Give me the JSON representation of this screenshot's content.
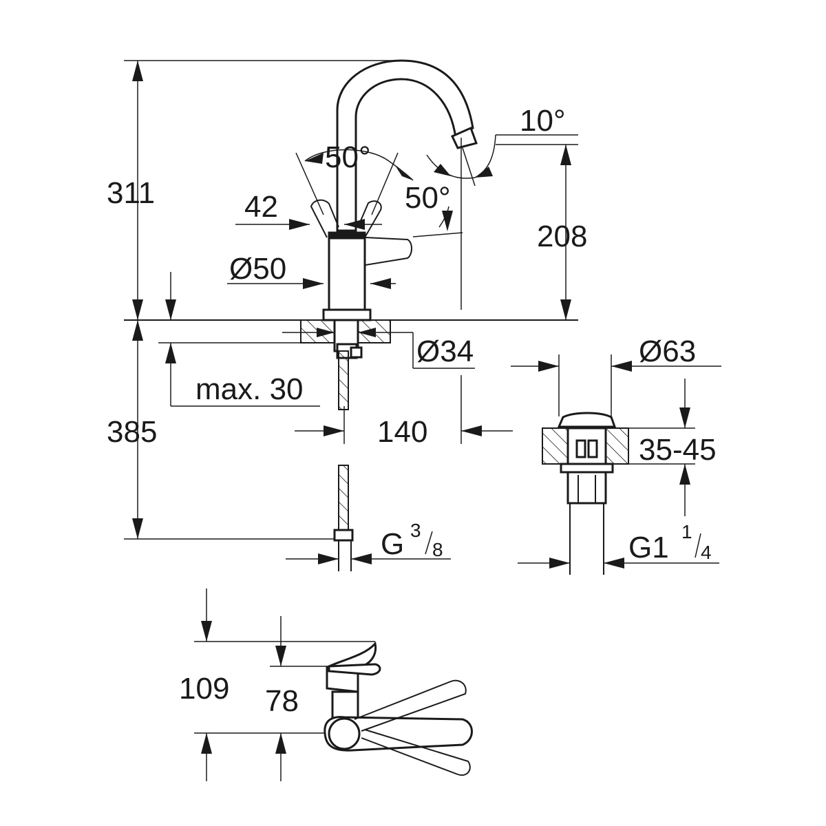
{
  "dimensions": {
    "total_height": "311",
    "spout_height": "208",
    "below_deck": "385",
    "handle_angle_left": "50°",
    "handle_angle_right": "50°",
    "spout_angle": "10°",
    "handle_offset": "42",
    "body_diameter": "Ø50",
    "shank_diameter": "Ø34",
    "max_deck_thickness": "max. 30",
    "spout_reach": "140",
    "waste_diameter": "Ø63",
    "waste_range": "35-45",
    "inlet_thread": "G",
    "inlet_thread_num": "3",
    "inlet_thread_den": "8",
    "waste_thread": "G1",
    "waste_thread_num": "1",
    "waste_thread_den": "4",
    "side_height": "109",
    "side_lever_height": "78"
  }
}
